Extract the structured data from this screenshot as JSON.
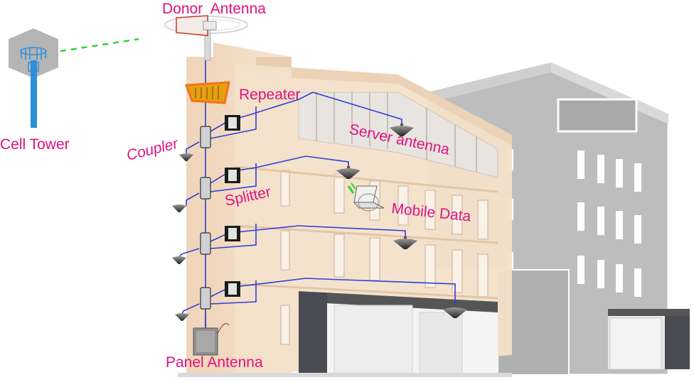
{
  "labels": {
    "donor_antenna": "Donor  Antenna",
    "cell_tower": "Cell Tower",
    "repeater": "Repeater",
    "coupler": "Coupler",
    "server_antenna": "Server antenna",
    "splitter": "Splitter",
    "mobile_data": "Mobile Data",
    "panel_antenna": "Panel Antenna"
  },
  "colors": {
    "label": "#e0117f",
    "cable": "#2f3fd6",
    "signal_link": "#2bd62b",
    "tower": "#2a8fd8",
    "building_back": "#bdbdbd",
    "building_front": "#f1dcc2"
  }
}
